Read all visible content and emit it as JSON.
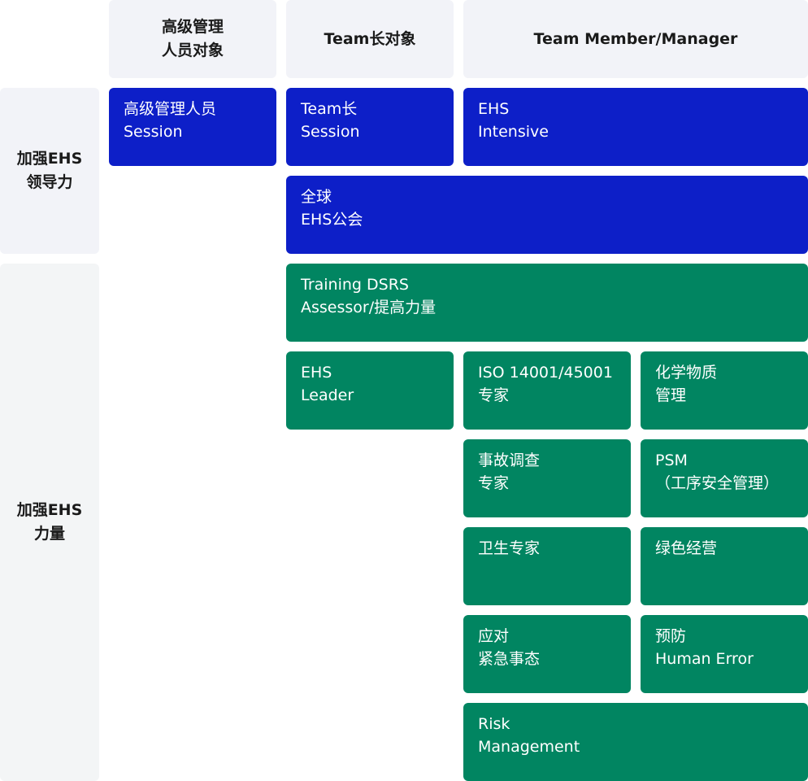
{
  "headers": {
    "col1": [
      "高级管理",
      "人员对象"
    ],
    "col2": "Team长对象",
    "col3": "Team Member/Manager"
  },
  "rows": {
    "leadership": [
      "加强EHS",
      "领导力"
    ],
    "capability": [
      "加强EHS",
      "力量"
    ]
  },
  "programs": {
    "exec_session": [
      "高级管理人员",
      "Session"
    ],
    "team_lead_session": [
      "Team长",
      "Session"
    ],
    "ehs_intensive": [
      "EHS",
      "Intensive"
    ],
    "global_ehs_council": [
      "全球",
      "EHS公会"
    ],
    "training_dsrs": [
      "Training DSRS",
      "Assessor/提高力量"
    ],
    "ehs_leader": [
      "EHS",
      "Leader"
    ],
    "iso_expert": [
      "ISO 14001/45001",
      "专家"
    ],
    "chemical_management": [
      "化学物质",
      "管理"
    ],
    "incident_investigation": [
      "事故调查",
      "专家"
    ],
    "psm": [
      "PSM",
      "（工序安全管理）"
    ],
    "hygiene_expert": [
      "卫生专家"
    ],
    "green_management": [
      "绿色经营"
    ],
    "emergency_response": [
      "应对",
      "紧急事态"
    ],
    "human_error": [
      "预防",
      "Human Error"
    ],
    "risk_management": [
      "Risk",
      "Management"
    ]
  },
  "colors": {
    "leadership_box": "#0d1fc8",
    "capability_box": "#018561",
    "header_bg": "#f2f3f8"
  }
}
